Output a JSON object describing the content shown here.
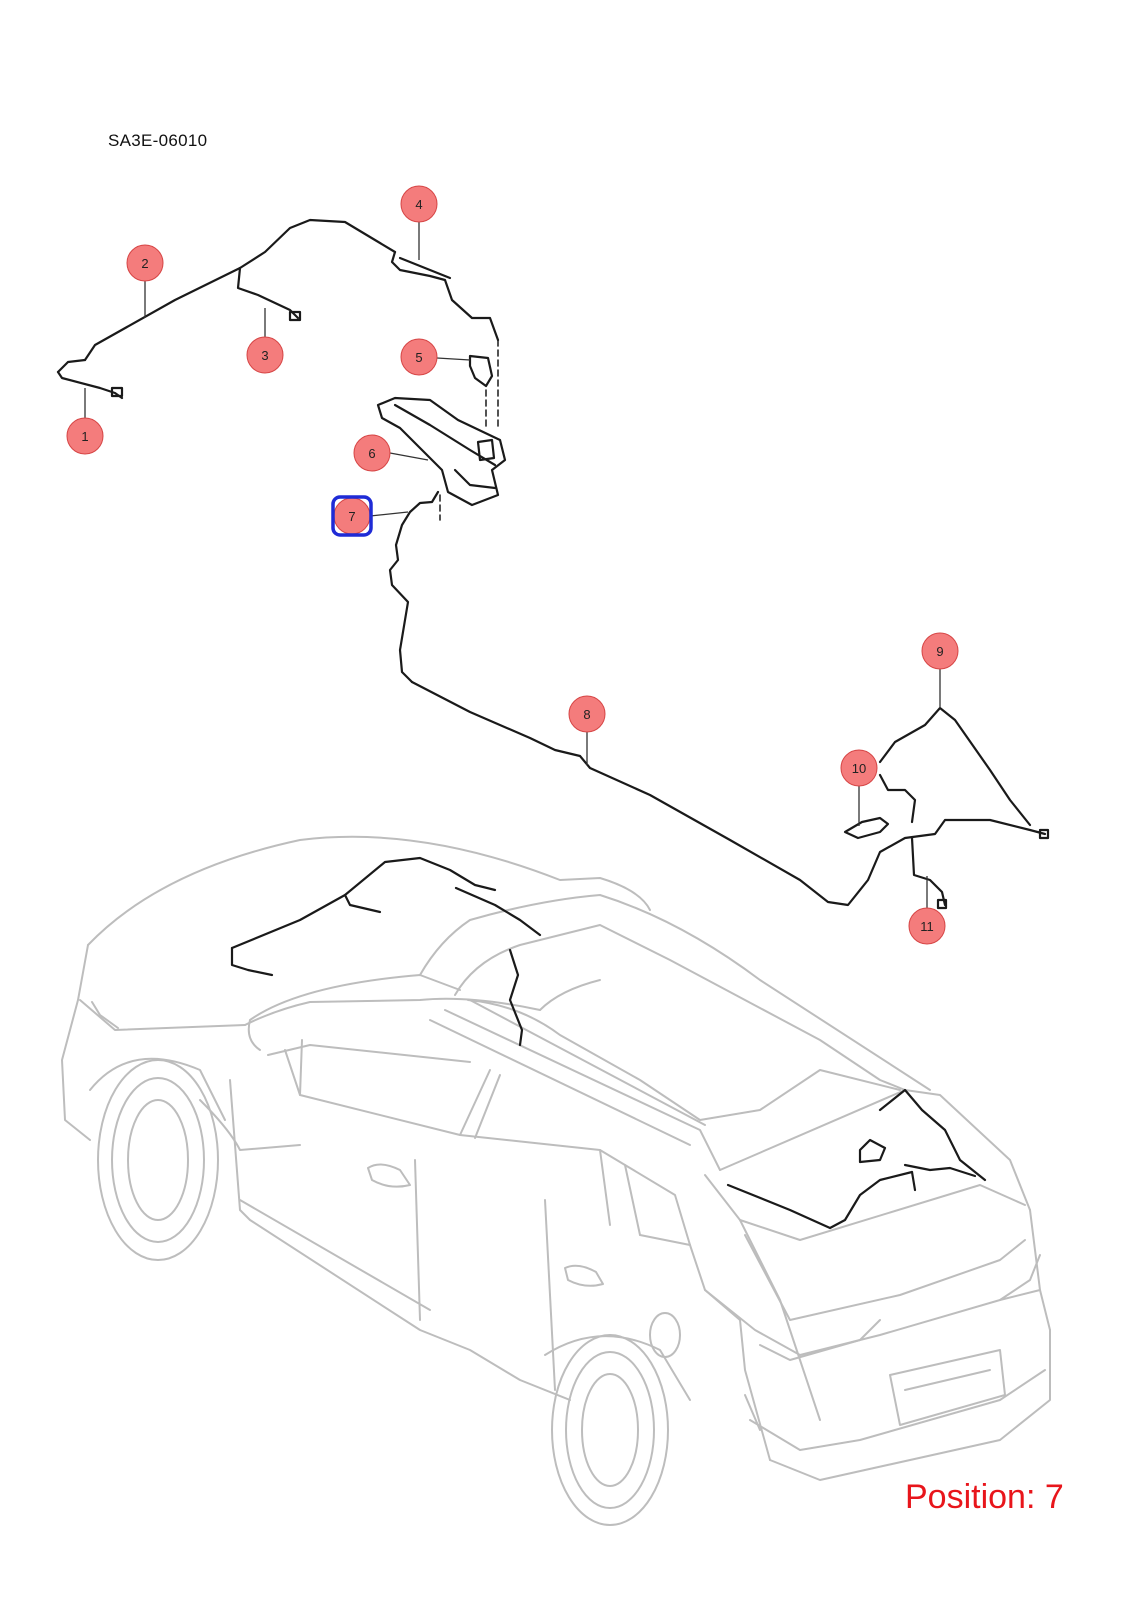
{
  "diagram_code": "SA3E-06010",
  "position_label": "Position: 7",
  "selected": "7",
  "colors": {
    "callout_fill": "#f47c7c",
    "callout_stroke": "#d64545",
    "highlight": "#1f2bd6",
    "wire": "#1a1a1a",
    "car_outline": "#bdbdbd",
    "position_text": "#e8151b"
  },
  "callouts": [
    {
      "id": "callout-1",
      "label": "1"
    },
    {
      "id": "callout-2",
      "label": "2"
    },
    {
      "id": "callout-3",
      "label": "3"
    },
    {
      "id": "callout-4",
      "label": "4"
    },
    {
      "id": "callout-5",
      "label": "5"
    },
    {
      "id": "callout-6",
      "label": "6"
    },
    {
      "id": "callout-7",
      "label": "7"
    },
    {
      "id": "callout-8",
      "label": "8"
    },
    {
      "id": "callout-9",
      "label": "9"
    },
    {
      "id": "callout-10",
      "label": "10"
    },
    {
      "id": "callout-11",
      "label": "11"
    }
  ]
}
